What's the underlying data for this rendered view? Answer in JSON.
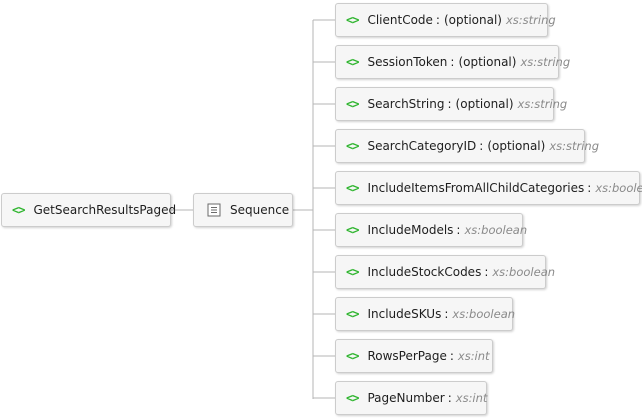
{
  "root": {
    "icon": "element-icon",
    "label": "GetSearchResultsPaged"
  },
  "sequence": {
    "icon": "sequence-icon",
    "label": "Sequence"
  },
  "children": [
    {
      "name": "ClientCode",
      "optional": "(optional)",
      "type": "xs:string"
    },
    {
      "name": "SessionToken",
      "optional": "(optional)",
      "type": "xs:string"
    },
    {
      "name": "SearchString",
      "optional": "(optional)",
      "type": "xs:string"
    },
    {
      "name": "SearchCategoryID",
      "optional": "(optional)",
      "type": "xs:string"
    },
    {
      "name": "IncludeItemsFromAllChildCategories",
      "optional": "",
      "type": "xs:boolean"
    },
    {
      "name": "IncludeModels",
      "optional": "",
      "type": "xs:boolean"
    },
    {
      "name": "IncludeStockCodes",
      "optional": "",
      "type": "xs:boolean"
    },
    {
      "name": "IncludeSKUs",
      "optional": "",
      "type": "xs:boolean"
    },
    {
      "name": "RowsPerPage",
      "optional": "",
      "type": "xs:int"
    },
    {
      "name": "PageNumber",
      "optional": "",
      "type": "xs:int"
    }
  ],
  "colors": {
    "element_icon": "#2fb52f",
    "type_text": "#8a8a8a",
    "node_fill": "#f6f6f6",
    "node_border": "#cccccc"
  }
}
